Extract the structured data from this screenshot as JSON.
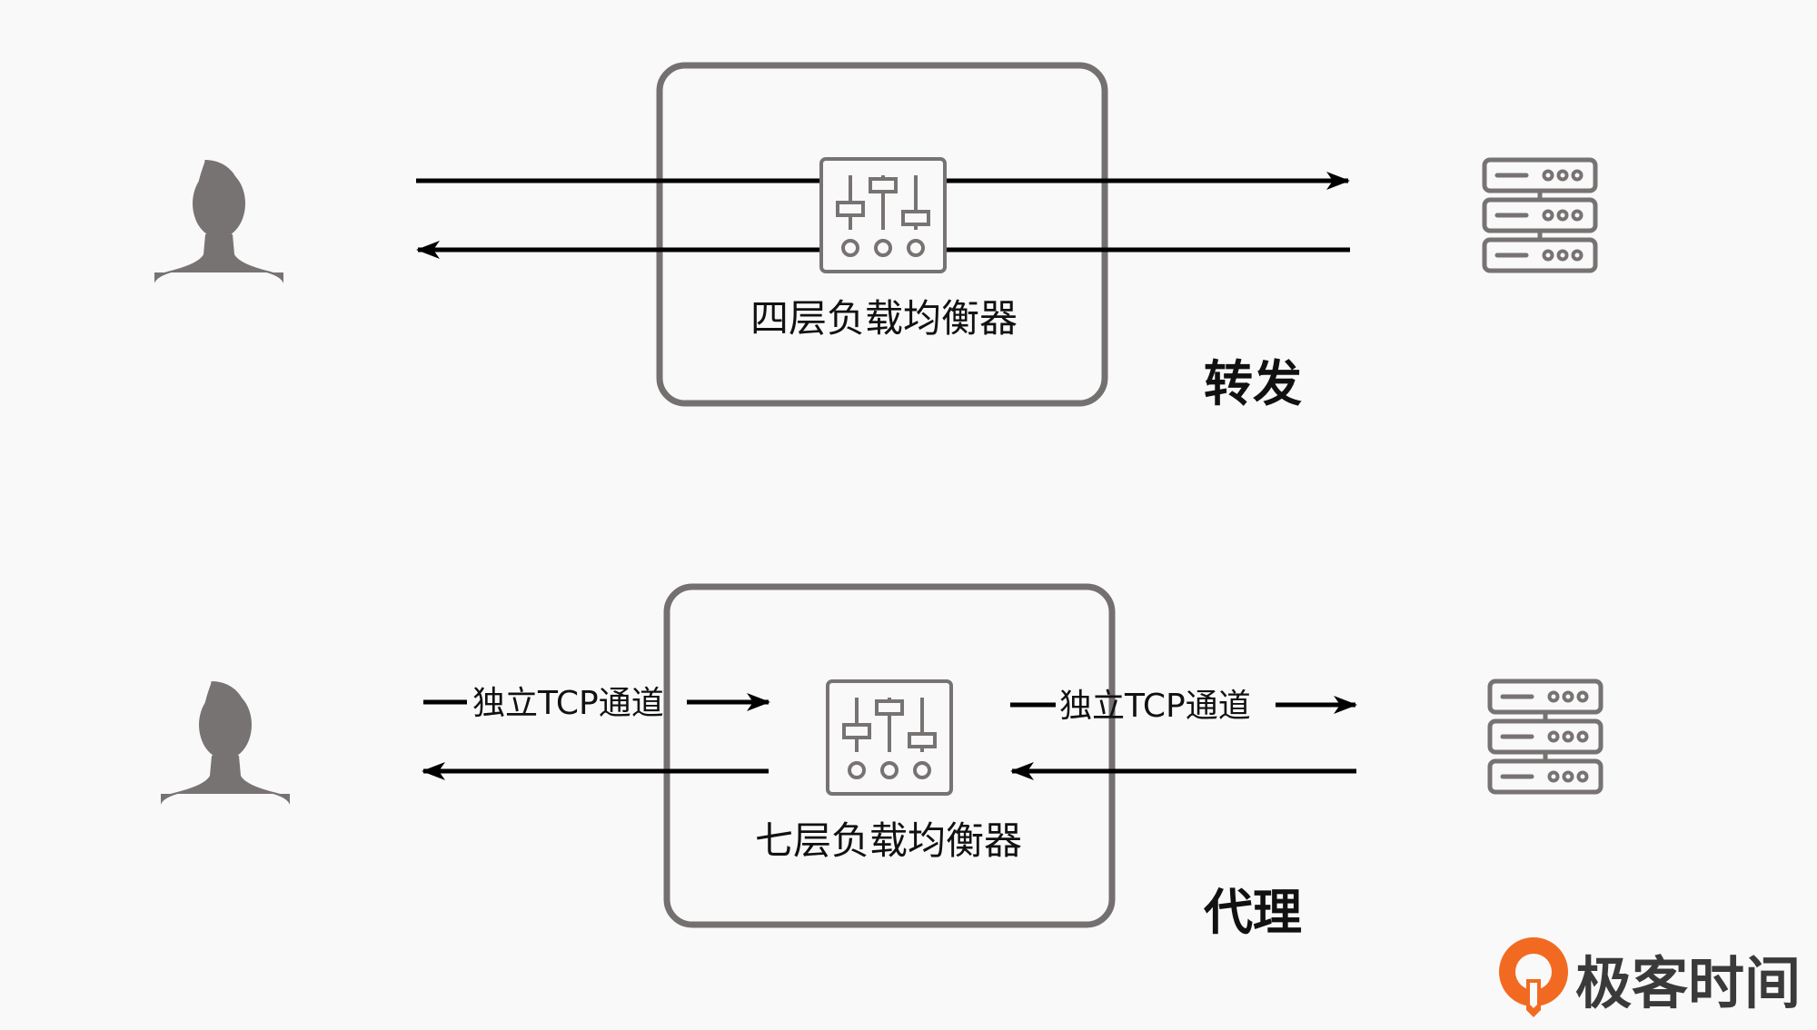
{
  "colors": {
    "background": "#f9f9f9",
    "box_border": "#757070",
    "icon": "#787373",
    "arrow": "#000000",
    "brand_orange": "#f26a21"
  },
  "icons": {
    "client": "user-silhouette-icon",
    "balancer": "sliders-icon",
    "server": "server-rack-icon"
  },
  "top_section": {
    "balancer_label": "四层负载均衡器",
    "mode_label": "转发"
  },
  "bottom_section": {
    "balancer_label": "七层负载均衡器",
    "mode_label": "代理",
    "left_channel_label": "独立TCP通道",
    "right_channel_label": "独立TCP通道"
  },
  "brand": {
    "name": "极客时间"
  }
}
